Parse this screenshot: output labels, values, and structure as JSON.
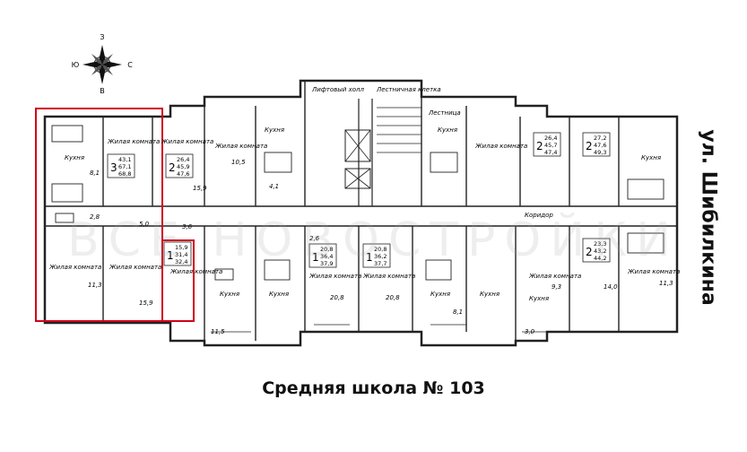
{
  "compass": {
    "n": "З",
    "s": "В",
    "w": "Ю",
    "e": "С"
  },
  "street_label": "ул. Шибилкина",
  "school_label": "Средняя школа № 103",
  "highlight_color": "#d0021b",
  "labels": {
    "kitchen": "Кухня",
    "living": "Жилая комната",
    "stair": "Лестничная клетка",
    "lift": "Лифтовый холл",
    "corridor": "Коридор",
    "lestnica": "Лестница"
  },
  "apartments": [
    {
      "rooms": "3",
      "areas": [
        "43,1",
        "67,1",
        "68,8"
      ]
    },
    {
      "rooms": "2",
      "areas": [
        "26,4",
        "45,9",
        "47,6"
      ]
    },
    {
      "rooms": "1",
      "areas": [
        "15,9",
        "31,4",
        "32,4"
      ]
    },
    {
      "rooms": "1",
      "areas": [
        "20,8",
        "36,4",
        "37,9"
      ]
    },
    {
      "rooms": "1",
      "areas": [
        "20,8",
        "36,2",
        "37,7"
      ]
    },
    {
      "rooms": "2",
      "areas": [
        "26,4",
        "45,7",
        "47,4"
      ]
    },
    {
      "rooms": "2",
      "areas": [
        "27,2",
        "47,6",
        "49,3"
      ]
    },
    {
      "rooms": "2",
      "areas": [
        "23,3",
        "43,2",
        "44,2"
      ]
    }
  ],
  "dims": [
    "8,1",
    "11,3",
    "15,9",
    "5,0",
    "2,8",
    "3,6",
    "10,5",
    "4,1",
    "15,9",
    "20,8",
    "20,8",
    "8,1",
    "9,3",
    "11,3",
    "14,0",
    "11,5",
    "3,0",
    "2,6"
  ]
}
